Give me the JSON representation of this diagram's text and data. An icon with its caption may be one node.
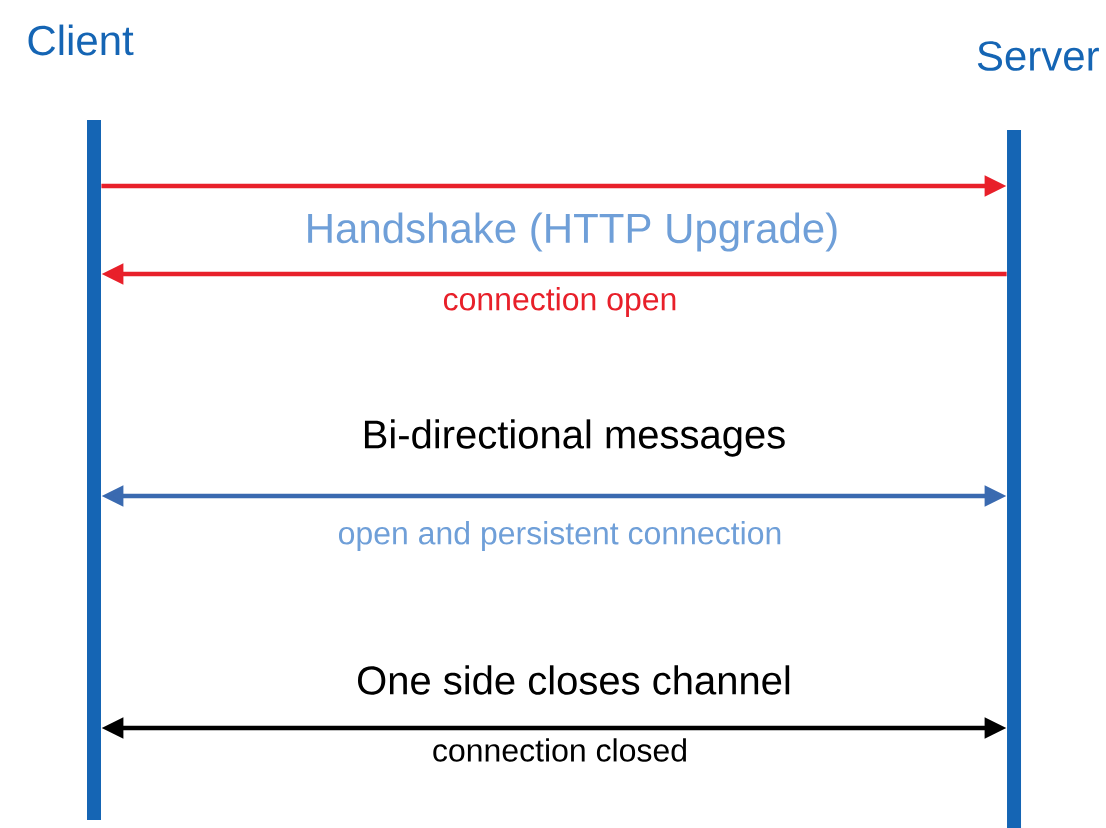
{
  "diagram": {
    "nodes": [
      {
        "text": [
          "Client"
        ]
      },
      {
        "text": [
          "Server"
        ]
      }
    ],
    "edges": [
      {
        "from": 0,
        "to": 1,
        "arrow": "to",
        "color": "#e8202a"
      },
      {
        "from": 1,
        "to": 0,
        "arrow": "to",
        "label": "connection open",
        "color": "#e8202a"
      },
      {
        "from": 0,
        "to": 1,
        "arrow": "both",
        "label": "open and persistent connection",
        "color": "#3a6ab0"
      },
      {
        "from": 0,
        "to": 1,
        "arrow": "both",
        "label": "connection closed",
        "color": "#000000"
      }
    ],
    "labels": [
      "Handshake (HTTP Upgrade)",
      "Bi-directional messages",
      "One side closes channel"
    ]
  }
}
